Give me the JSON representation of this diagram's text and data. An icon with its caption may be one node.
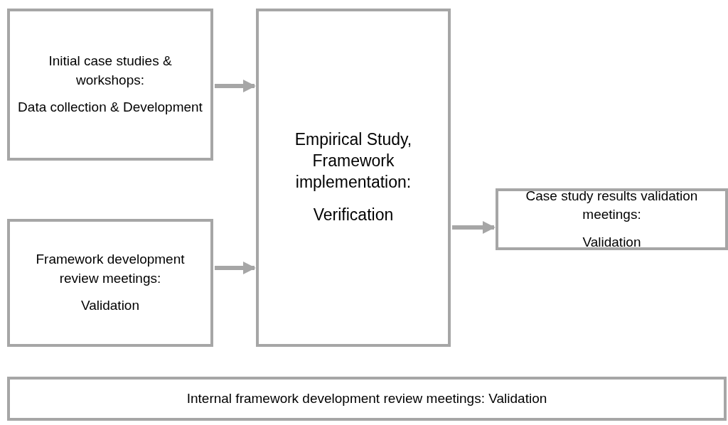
{
  "diagram": {
    "nodes": [
      {
        "text": [
          "Initial case studies & workshops:",
          "Data collection & Development"
        ]
      },
      {
        "text": [
          "Framework development review meetings:",
          "Validation"
        ]
      },
      {
        "text": [
          "Empirical Study, Framework implementation:",
          "Verification"
        ]
      },
      {
        "text": [
          "Case study results validation meetings:",
          "Validation"
        ]
      },
      {
        "text": [
          "Internal framework development review meetings: Validation"
        ]
      }
    ],
    "edges": [
      {
        "from": 0,
        "to": 2,
        "arrow": "to"
      },
      {
        "from": 1,
        "to": 2,
        "arrow": "to"
      },
      {
        "from": 2,
        "to": 3,
        "arrow": "to"
      }
    ]
  }
}
